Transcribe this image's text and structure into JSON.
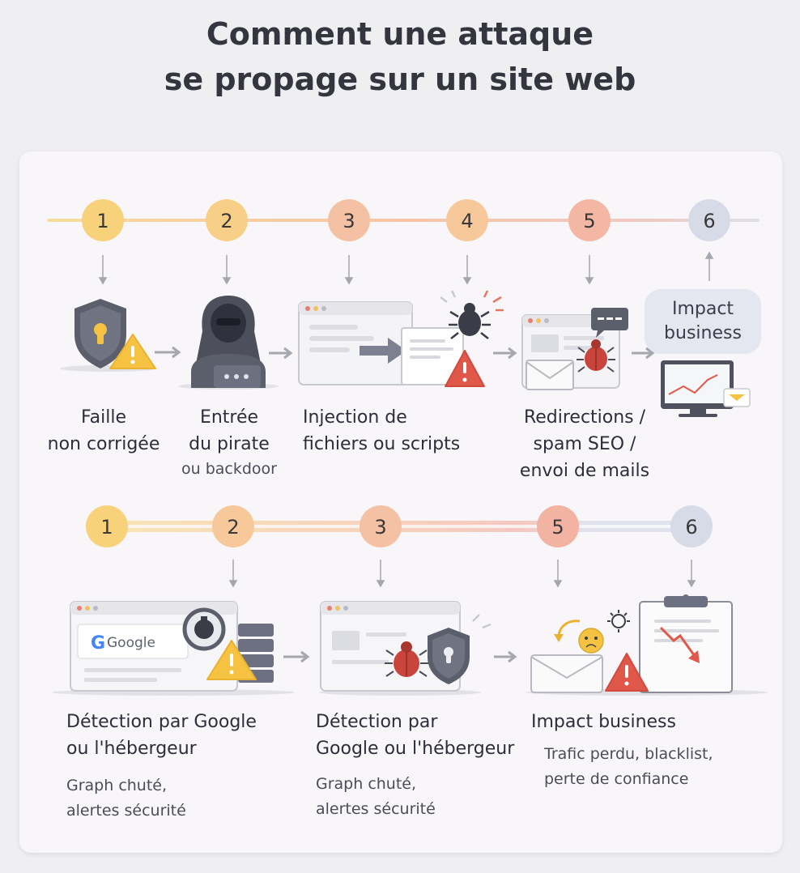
{
  "title": {
    "line1": "Comment une attaque",
    "line2": "se propage sur un site web"
  },
  "top_row": {
    "steps": [
      "1",
      "2",
      "3",
      "4",
      "5",
      "6"
    ],
    "labels": [
      {
        "line1": "Faille",
        "line2": "non corrigée"
      },
      {
        "line1": "Entrée",
        "line2": "du pirate",
        "sub": "ou backdoor"
      },
      {
        "line1": "Injection de",
        "line2": "fichiers ou scripts"
      },
      {
        "line1": "Redirections /",
        "line2": "spam SEO /",
        "line3": "envoi de mails"
      }
    ],
    "impact_bubble": {
      "line1": "Impact",
      "line2": "business"
    }
  },
  "bottom_row": {
    "steps": [
      "1",
      "2",
      "3",
      "5",
      "6"
    ],
    "google_text": "Google",
    "panels": [
      {
        "line1": "Détection par Google",
        "line2": "ou l'hébergeur",
        "sub1": "Graph chuté,",
        "sub2": "alertes sécurité"
      },
      {
        "line1": "Détection par",
        "line2": "Google ou l'hébergeur",
        "sub1": "Graph chuté,",
        "sub2": "alertes sécurité"
      },
      {
        "line1": "Impact business",
        "sub1": "Trafic perdu,  blacklist,",
        "sub2": "perte de confiance"
      }
    ]
  },
  "colors": {
    "yellow": "#f7d27a",
    "peach": "#f6c39a",
    "salmon": "#f3b3a3",
    "blue_gray": "#d7dbe8",
    "alert_yellow": "#f5c242",
    "alert_red": "#e0584a",
    "bug_red": "#c9453c"
  }
}
